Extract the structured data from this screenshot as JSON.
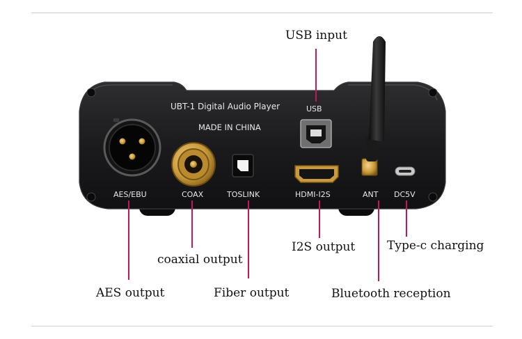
{
  "panel": {
    "model_line": "UBT-1  Digital Audio Player",
    "origin": "MADE IN CHINA",
    "port_labels": {
      "usb": "USB",
      "aes": "AES/EBU",
      "coax": "COAX",
      "toslink": "TOSLINK",
      "hdmi": "HDMI-I2S",
      "ant": "ANT",
      "dc": "DC5V"
    }
  },
  "callouts": {
    "usb_input": "USB input",
    "i2s_output": "I2S output",
    "typec_charging": "Type-c charging",
    "coaxial_output": "coaxial output",
    "aes_output": "AES output",
    "fiber_output": "Fiber output",
    "bluetooth_reception": "Bluetooth reception"
  },
  "colors": {
    "leader_line": "#c2185b",
    "chassis": "#1c1c1e",
    "gold": "#c99a3b"
  }
}
